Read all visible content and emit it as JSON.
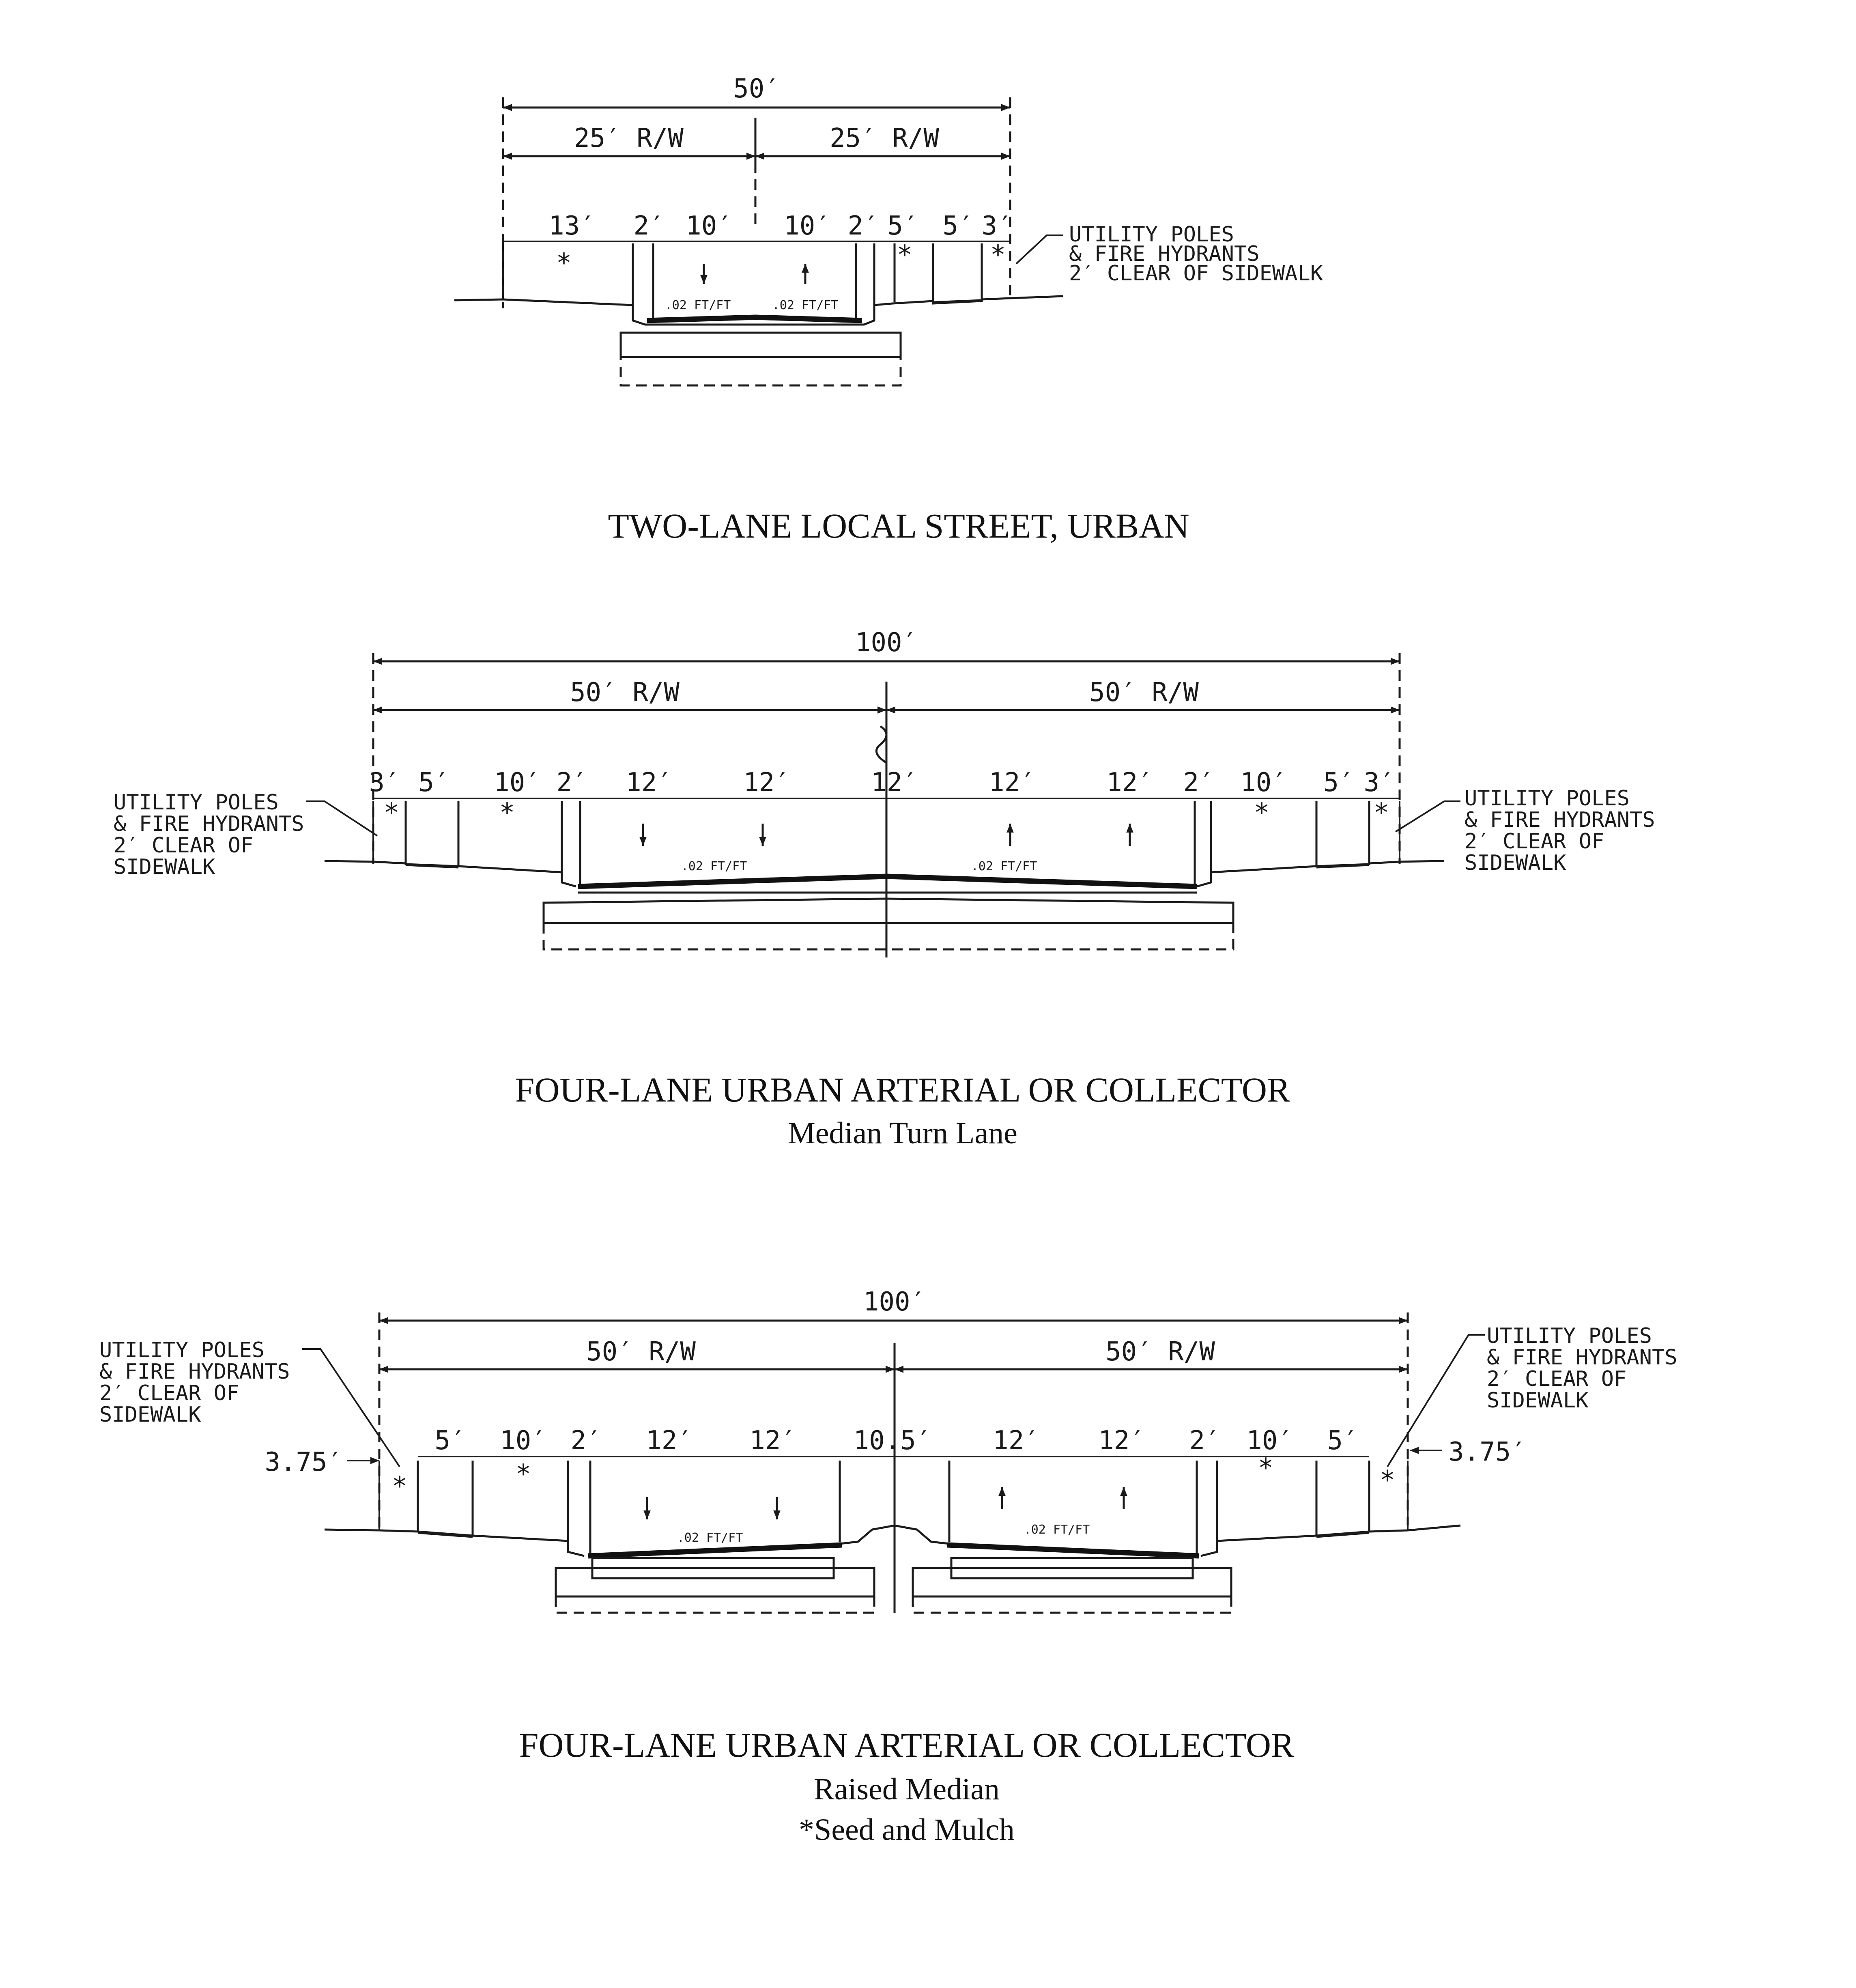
{
  "sections": [
    {
      "caption": "TWO-LANE LOCAL STREET, URBAN",
      "total_width": "50′",
      "row_left": "25′ R/W",
      "row_right": "25′ R/W",
      "segments": [
        "13′",
        "2′",
        "10′",
        "10′",
        "2′",
        "5′",
        "5′",
        "3′"
      ],
      "slope_left": ".02 FT/FT",
      "slope_right": ".02 FT/FT",
      "note": [
        "UTILITY POLES",
        "& FIRE HYDRANTS",
        "2′ CLEAR OF SIDEWALK"
      ]
    },
    {
      "caption": "FOUR-LANE URBAN ARTERIAL OR COLLECTOR",
      "subcaption": "Median Turn Lane",
      "total_width": "100′",
      "row_left": "50′ R/W",
      "row_right": "50′ R/W",
      "segments": [
        "3′",
        "5′",
        "10′",
        "2′",
        "12′",
        "12′",
        "12′",
        "12′",
        "12′",
        "2′",
        "10′",
        "5′",
        "3′"
      ],
      "slope_left": ".02 FT/FT",
      "slope_right": ".02 FT/FT",
      "note_left": [
        "UTILITY POLES",
        "& FIRE HYDRANTS",
        "2′ CLEAR OF",
        "SIDEWALK"
      ],
      "note_right": [
        "UTILITY POLES",
        "& FIRE HYDRANTS",
        "2′ CLEAR OF",
        "SIDEWALK"
      ]
    },
    {
      "caption": "FOUR-LANE URBAN ARTERIAL OR COLLECTOR",
      "subcaption": "Raised Median",
      "subcaption2": "*Seed and Mulch",
      "total_width": "100′",
      "row_left": "50′ R/W",
      "row_right": "50′ R/W",
      "segments": [
        "5′",
        "10′",
        "2′",
        "12′",
        "12′",
        "10.5′",
        "12′",
        "12′",
        "2′",
        "10′",
        "5′"
      ],
      "offset_left": "3.75′",
      "offset_right": "3.75′",
      "slope_left": ".02 FT/FT",
      "slope_right": ".02 FT/FT",
      "note_left": [
        "UTILITY POLES",
        "& FIRE HYDRANTS",
        "2′ CLEAR OF",
        "SIDEWALK"
      ],
      "note_right": [
        "UTILITY POLES",
        "& FIRE HYDRANTS",
        "2′ CLEAR OF",
        "SIDEWALK"
      ]
    }
  ]
}
